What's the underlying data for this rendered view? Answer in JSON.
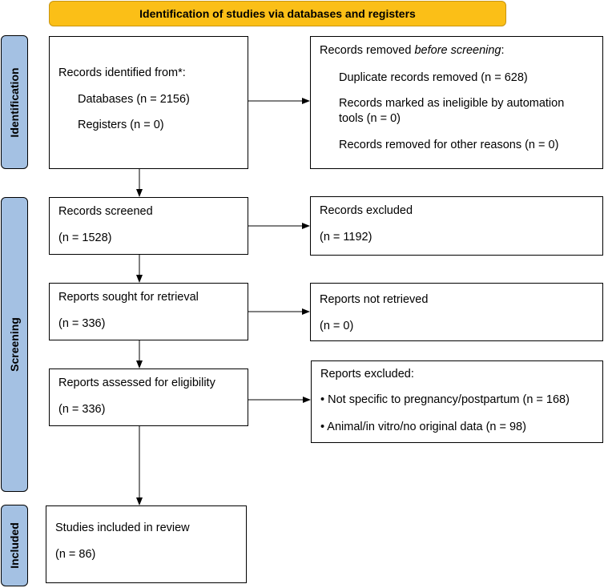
{
  "header": {
    "title": "Identification of studies via databases and registers"
  },
  "phases": {
    "identification": "Identification",
    "screening": "Screening",
    "included": "Included"
  },
  "identified": {
    "heading": "Records identified from*:",
    "databases": "Databases (n = 2156)",
    "registers": "Registers (n = 0)"
  },
  "removed": {
    "heading_pre": "Records removed ",
    "heading_em": "before screening",
    "heading_post": ":",
    "duplicates": "Duplicate records removed  (n = 628)",
    "automation_line1": "Records marked as ineligible by automation",
    "automation_line2": "tools (n = 0)",
    "other": "Records removed for other reasons (n = 0)"
  },
  "screened": {
    "label": "Records screened",
    "count": "(n = 1528)"
  },
  "excluded": {
    "label": "Records excluded",
    "count": "(n = 1192)"
  },
  "sought": {
    "label": "Reports sought for retrieval",
    "count": "(n = 336)"
  },
  "not_retrieved": {
    "label": "Reports not retrieved",
    "count": "(n = 0)"
  },
  "assessed": {
    "label": "Reports assessed for eligibility",
    "count": "(n = 336)"
  },
  "reports_excluded": {
    "heading": "Reports excluded:",
    "reason1": "• Not specific to pregnancy/postpartum (n = 168)",
    "reason2": "• Animal/in vitro/no original data (n = 98)"
  },
  "included_studies": {
    "label": "Studies included in review",
    "count": "(n = 86)"
  }
}
